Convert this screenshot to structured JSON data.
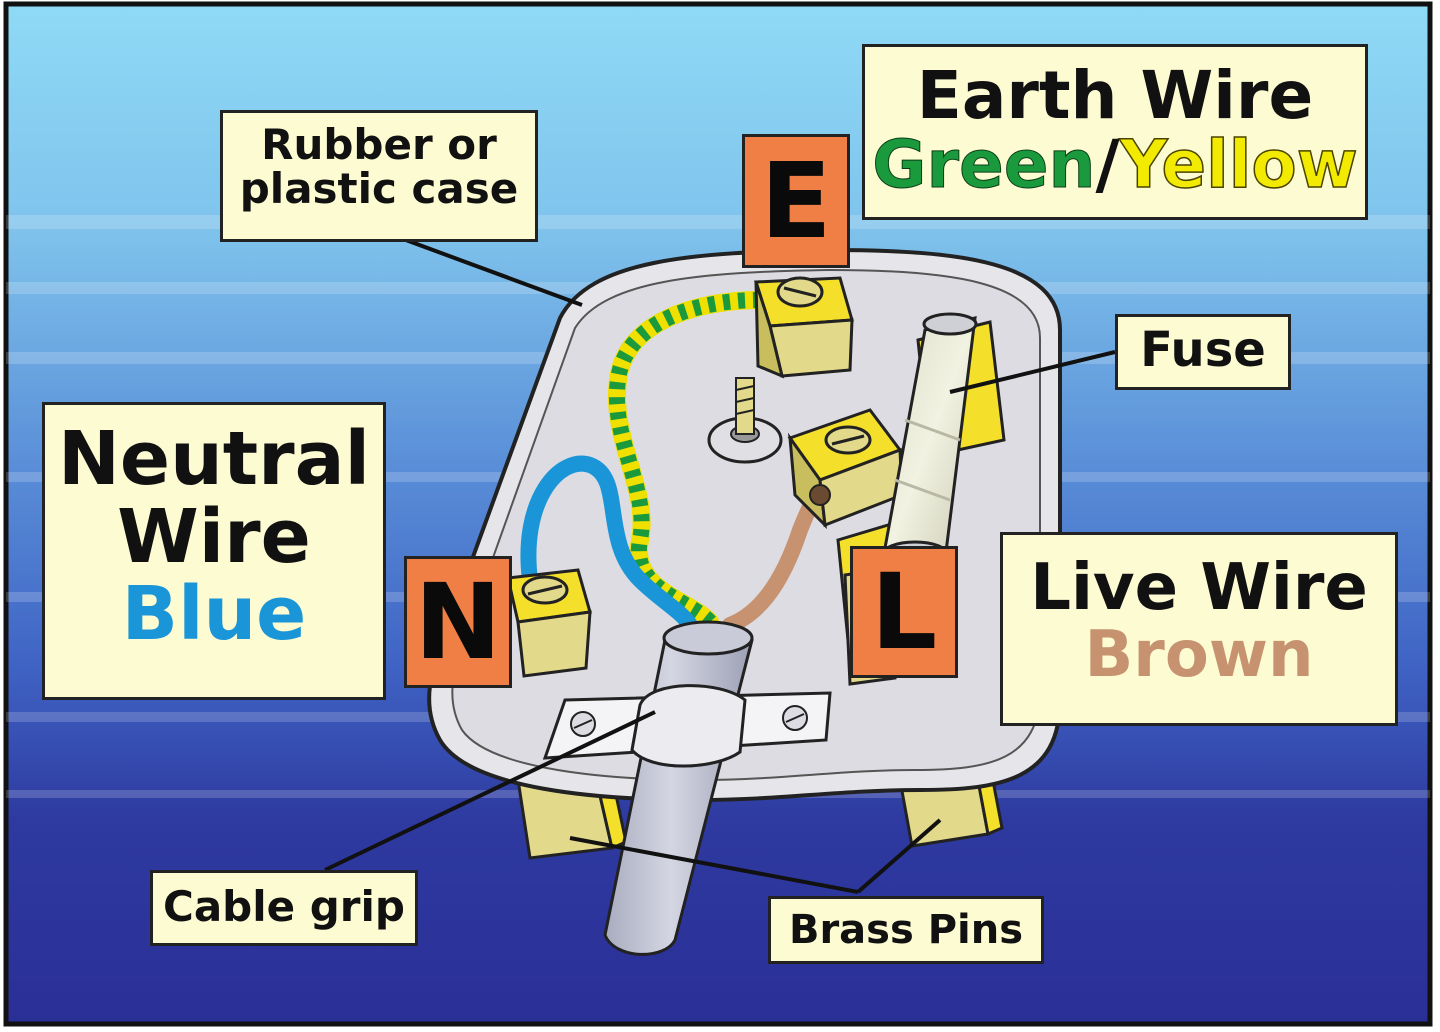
{
  "labels": {
    "case": {
      "line1": "Rubber or",
      "line2": "plastic case"
    },
    "earth": {
      "title": "Earth Wire",
      "color_green": "Green",
      "slash": "/",
      "color_yellow": "Yellow"
    },
    "fuse": "Fuse",
    "neutral": {
      "line1": "Neutral",
      "line2": "Wire",
      "color": "Blue"
    },
    "live": {
      "title": "Live Wire",
      "color": "Brown"
    },
    "cable_grip": "Cable grip",
    "brass_pins": "Brass Pins"
  },
  "terminals": {
    "earth": "E",
    "neutral": "N",
    "live": "L"
  },
  "colors": {
    "earth_green": "#1a9a3c",
    "earth_yellow": "#e8e000",
    "neutral_blue": "#1a96d8",
    "live_brown": "#c79270",
    "terminal_orange": "#f07f45",
    "brass": "#e2d98a",
    "label_bg": "#fdfbd2"
  }
}
